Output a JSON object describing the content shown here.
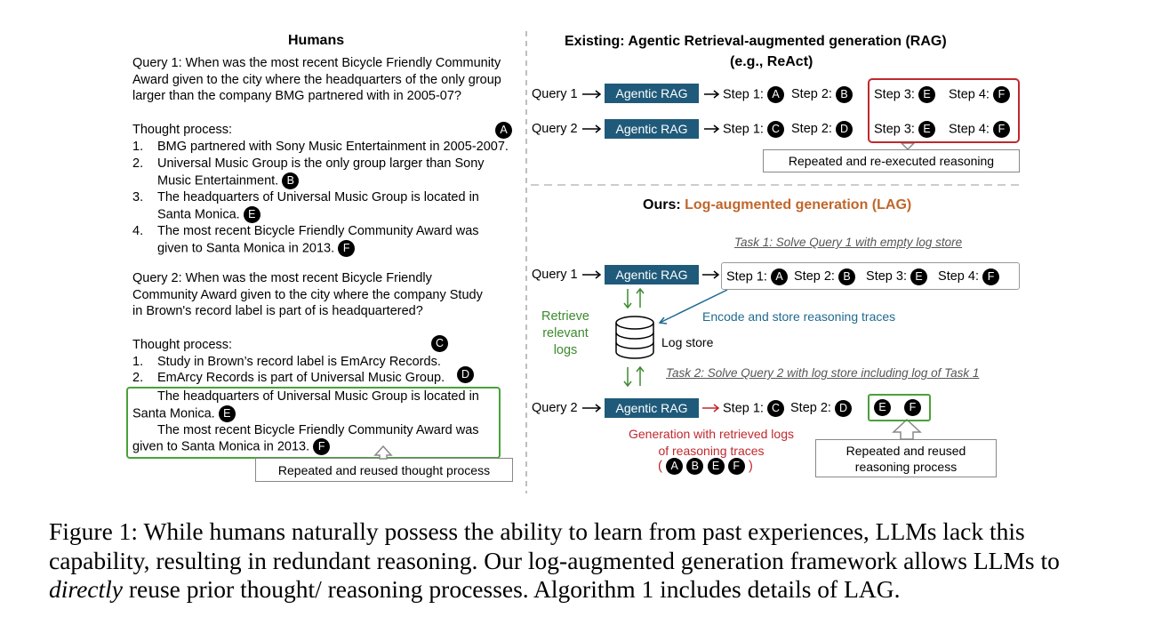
{
  "left": {
    "title": "Humans",
    "query1_lines": [
      "Query 1: When was the most recent Bicycle Friendly Community",
      "Award given to the city where the headquarters of the only group",
      "larger than the company BMG partnered with in 2005-07?"
    ],
    "thought1_label": "Thought process:",
    "thought1_items": [
      {
        "num": "1.",
        "lines": [
          "BMG partnered with Sony Music Entertainment in 2005-2007."
        ]
      },
      {
        "num": "2.",
        "lines": [
          "Universal Music Group is the only group larger than Sony",
          "Music Entertainment."
        ]
      },
      {
        "num": "3.",
        "lines": [
          "The headquarters of Universal Music Group is located in",
          "Santa Monica."
        ]
      },
      {
        "num": "4.",
        "lines": [
          "The most recent Bicycle Friendly Community Award was",
          "given to Santa Monica in 2013."
        ]
      }
    ],
    "query2_lines": [
      "Query 2: When was the most recent Bicycle Friendly",
      "Community Award given to the city where the company Study",
      "in Brown's record label is part of is headquartered?"
    ],
    "thought2_label": "Thought process:",
    "thought2_items": [
      {
        "num": "1.",
        "text": "Study in Brown’s record label is EmArcy Records."
      },
      {
        "num": "2.",
        "text": "EmArcy Records is part of Universal Music Group."
      }
    ],
    "reused_lines": [
      "The headquarters of Universal Music Group is located in",
      "Santa Monica.",
      "The most recent Bicycle Friendly Community Award was",
      "given to Santa Monica in 2013."
    ],
    "reused_label": "Repeated and reused thought process"
  },
  "existing": {
    "title_line1": "Existing: Agentic Retrieval-augmented generation (RAG)",
    "title_line2": "(e.g., ReAct)",
    "query1": "Query 1",
    "query2": "Query 2",
    "rag_label": "Agentic RAG",
    "step1": "Step 1:",
    "step2": "Step 2:",
    "step3": "Step 3:",
    "step4": "Step 4:",
    "repeated_label": "Repeated and re-executed reasoning"
  },
  "ours": {
    "title_prefix": "Ours:",
    "title_highlight": "Log-augmented generation (LAG)",
    "task1": "Task 1: Solve Query 1 with empty log store",
    "task2": "Task 2: Solve Query 2 with log store including log of Task 1",
    "retrieve_lines": [
      "Retrieve",
      "relevant",
      "logs"
    ],
    "log_store": "Log store",
    "encode": "Encode and store reasoning traces",
    "generation_lines": [
      "Generation with retrieved logs",
      "of reasoning traces"
    ],
    "reused_lines": [
      "Repeated and reused",
      "reasoning process"
    ]
  },
  "markers": {
    "a": "A",
    "b": "B",
    "c": "C",
    "d": "D",
    "e": "E",
    "f": "F"
  },
  "colors": {
    "rag_box": "#1f5a7a",
    "red": "#c0282d",
    "green": "#4aa13a",
    "orange": "#c0662a",
    "blue": "#1f6a8f",
    "gray": "#888888",
    "retrieve_green": "#3c8a2e"
  },
  "caption": {
    "part1": "Figure 1: While humans naturally possess the ability to learn from past experiences, LLMs lack this capability, resulting in redundant reasoning. Our log-augmented generation framework allows LLMs to ",
    "emph": "directly",
    "part2": " reuse prior thought/ reasoning processes. Algorithm 1 includes details of LAG."
  }
}
